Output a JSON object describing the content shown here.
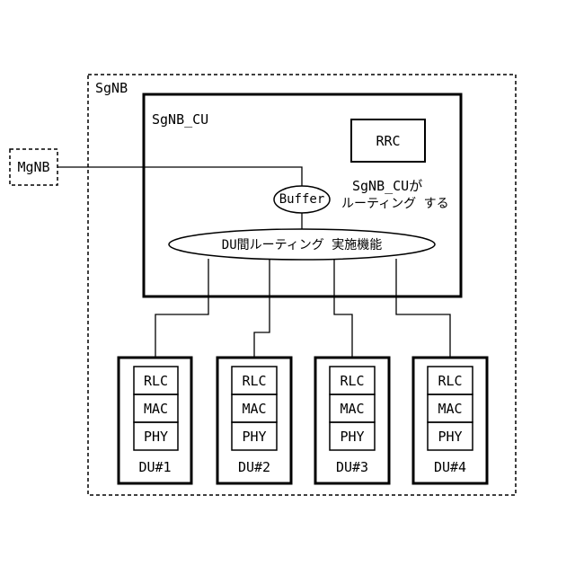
{
  "sgnb": {
    "label": "SgNB"
  },
  "sgnb_cu": {
    "label": "SgNB_CU"
  },
  "rrc": {
    "label": "RRC"
  },
  "mgnb": {
    "label": "MgNB"
  },
  "buffer": {
    "label": "Buffer"
  },
  "routing_note": {
    "line1": "SgNB_CUが",
    "line2": "ルーティング する"
  },
  "inter_du_routing": {
    "label": "DU間ルーティング 実施機能"
  },
  "dus": [
    {
      "name": "DU#1",
      "layers": [
        "RLC",
        "MAC",
        "PHY"
      ]
    },
    {
      "name": "DU#2",
      "layers": [
        "RLC",
        "MAC",
        "PHY"
      ]
    },
    {
      "name": "DU#3",
      "layers": [
        "RLC",
        "MAC",
        "PHY"
      ]
    },
    {
      "name": "DU#4",
      "layers": [
        "RLC",
        "MAC",
        "PHY"
      ]
    }
  ]
}
